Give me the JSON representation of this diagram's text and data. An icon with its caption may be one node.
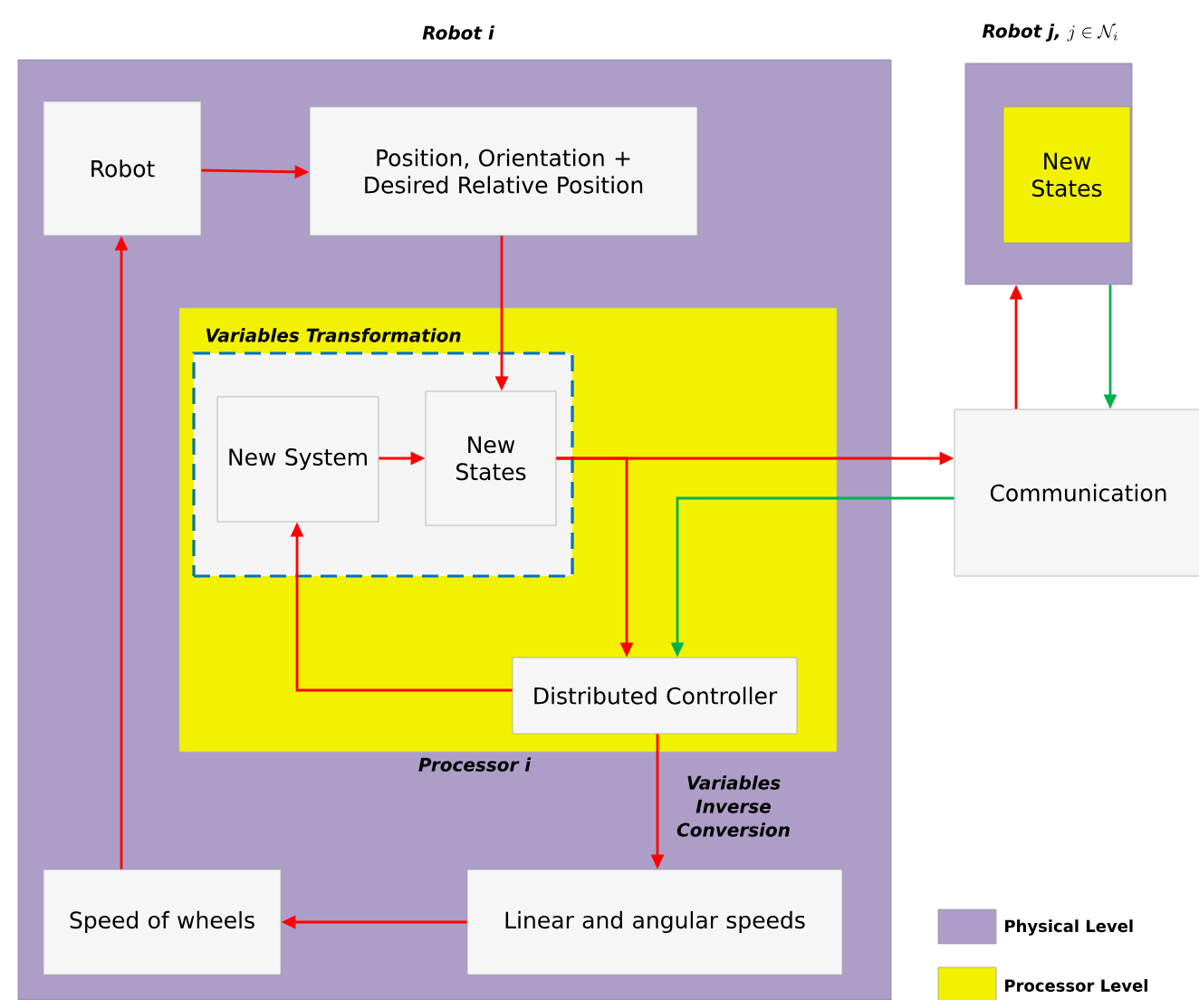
{
  "diagram": {
    "nodes": [
      {
        "text": [
          "Robot i"
        ]
      },
      {
        "text": [
          "Robot"
        ],
        "in": 0
      },
      {
        "text": [
          "Position, Orientation + Desired Relative Position"
        ],
        "in": 0
      },
      {
        "text": [
          "Processor i"
        ],
        "in": 0
      },
      {
        "text": [
          "Variables Transformation"
        ],
        "in": 3
      },
      {
        "text": [
          "New System"
        ],
        "in": 4
      },
      {
        "text": [
          "New States"
        ],
        "in": 4
      },
      {
        "text": [
          "Distributed Controller"
        ],
        "in": 3
      },
      {
        "text": [
          "Robot j,",
          "j \\in \\mathcal{N}_i"
        ]
      },
      {
        "text": [
          "New States"
        ],
        "in": 8
      },
      {
        "text": [
          "Communication"
        ]
      },
      {
        "text": [
          "Linear and angular speeds"
        ],
        "in": 0
      },
      {
        "text": [
          "Speed of wheels"
        ],
        "in": 0
      }
    ],
    "edges": [
      {
        "from": 1,
        "to": 2,
        "arrow": "to"
      },
      {
        "from": 2,
        "to": 6,
        "arrow": "to"
      },
      {
        "from": 5,
        "to": 6,
        "arrow": "to"
      },
      {
        "from": 6,
        "to": 10,
        "arrow": "to"
      },
      {
        "from": 6,
        "to": 7,
        "arrow": "to"
      },
      {
        "from": 10,
        "to": 7,
        "arrow": "to",
        "color": "#00b050"
      },
      {
        "from": 7,
        "to": 5,
        "arrow": "to"
      },
      {
        "from": 7,
        "to": 11,
        "arrow": "to",
        "label": "Variables Inverse Conversion"
      },
      {
        "from": 11,
        "to": 12,
        "arrow": "to"
      },
      {
        "from": 12,
        "to": 1,
        "arrow": "to"
      },
      {
        "from": 10,
        "to": 8,
        "arrow": "to"
      },
      {
        "from": 8,
        "to": 10,
        "arrow": "to",
        "color": "#00b050"
      }
    ],
    "legend": [
      {
        "text": "Physical Level",
        "color": "#ab9dc7"
      },
      {
        "text": "Processor Level",
        "color": "#f2f200"
      }
    ]
  }
}
